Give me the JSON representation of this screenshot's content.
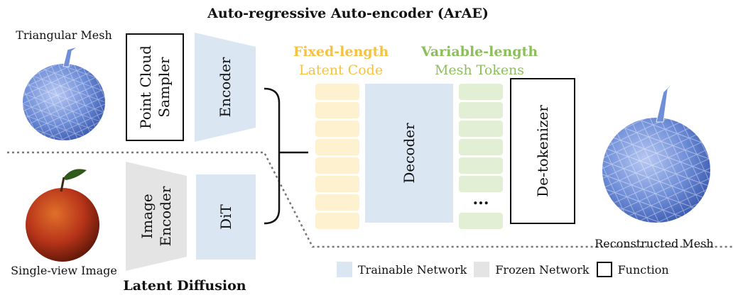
{
  "title_top": "Auto-regressive Auto-encoder (ArAE)",
  "title_bottom": "Latent Diffusion",
  "inputs": {
    "mesh_label": "Triangular Mesh",
    "image_label": "Single-view Image"
  },
  "output": {
    "label": "Reconstructed Mesh"
  },
  "modules": {
    "point_cloud_sampler": "Point Cloud\nSampler",
    "encoder": "Encoder",
    "image_encoder": "Image\nEncoder",
    "dit": "DiT",
    "decoder": "Decoder",
    "detokenizer": "De-tokenizer",
    "ellipsis": "..."
  },
  "token_headers": {
    "fixed_bold": "Fixed-length",
    "fixed_sub": "Latent Code",
    "variable_bold": "Variable-length",
    "variable_sub": "Mesh Tokens"
  },
  "legend": {
    "trainable": "Trainable Network",
    "frozen": "Frozen Network",
    "function": "Function"
  },
  "colors": {
    "trainable": "#dbe6f3",
    "frozen": "#e4e4e4",
    "fixed_accent": "#f5c242",
    "variable_accent": "#8cbf5a",
    "mesh_blue": "#5f7fd0",
    "apple_red": "#b8351a"
  }
}
